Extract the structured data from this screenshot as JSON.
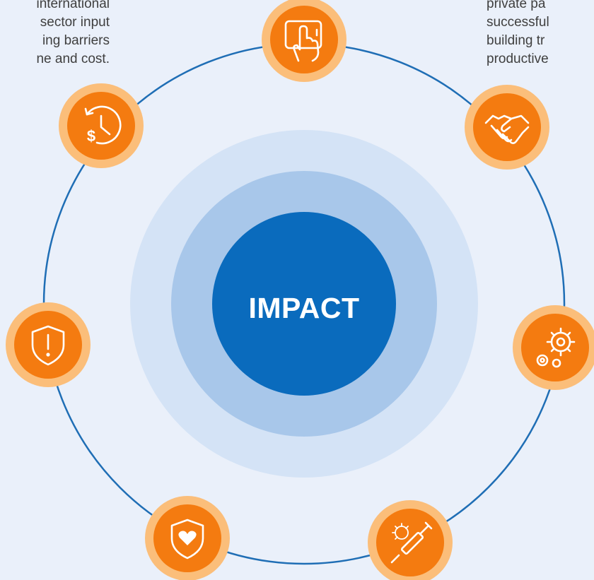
{
  "left_fragment": {
    "lines": [
      "international",
      "sector input",
      "ing barriers",
      "ne and cost."
    ]
  },
  "right_fragment": {
    "lines": [
      "private pa",
      "successful",
      "building tr",
      "productive"
    ]
  },
  "center": {
    "label": "IMPACT"
  },
  "nodes": [
    {
      "name": "tablet-touch",
      "icon": "tablet-touch-icon"
    },
    {
      "name": "handshake",
      "icon": "handshake-icon"
    },
    {
      "name": "gears",
      "icon": "gears-icon"
    },
    {
      "name": "vaccine",
      "icon": "syringe-virus-icon"
    },
    {
      "name": "health-shield",
      "icon": "heart-shield-icon"
    },
    {
      "name": "warning-shield",
      "icon": "exclamation-shield-icon"
    },
    {
      "name": "time-cost",
      "icon": "clock-dollar-icon"
    }
  ],
  "colors": {
    "background": "#eaf0fa",
    "ring_line": "#1f6eb5",
    "node_fill": "#f47b10",
    "node_halo": "#fbbe7a",
    "center_core": "#0a6bbd",
    "middle_ring": "#a8c7ea",
    "outer_ring": "#d4e3f6",
    "text": "#3f3f3f"
  }
}
